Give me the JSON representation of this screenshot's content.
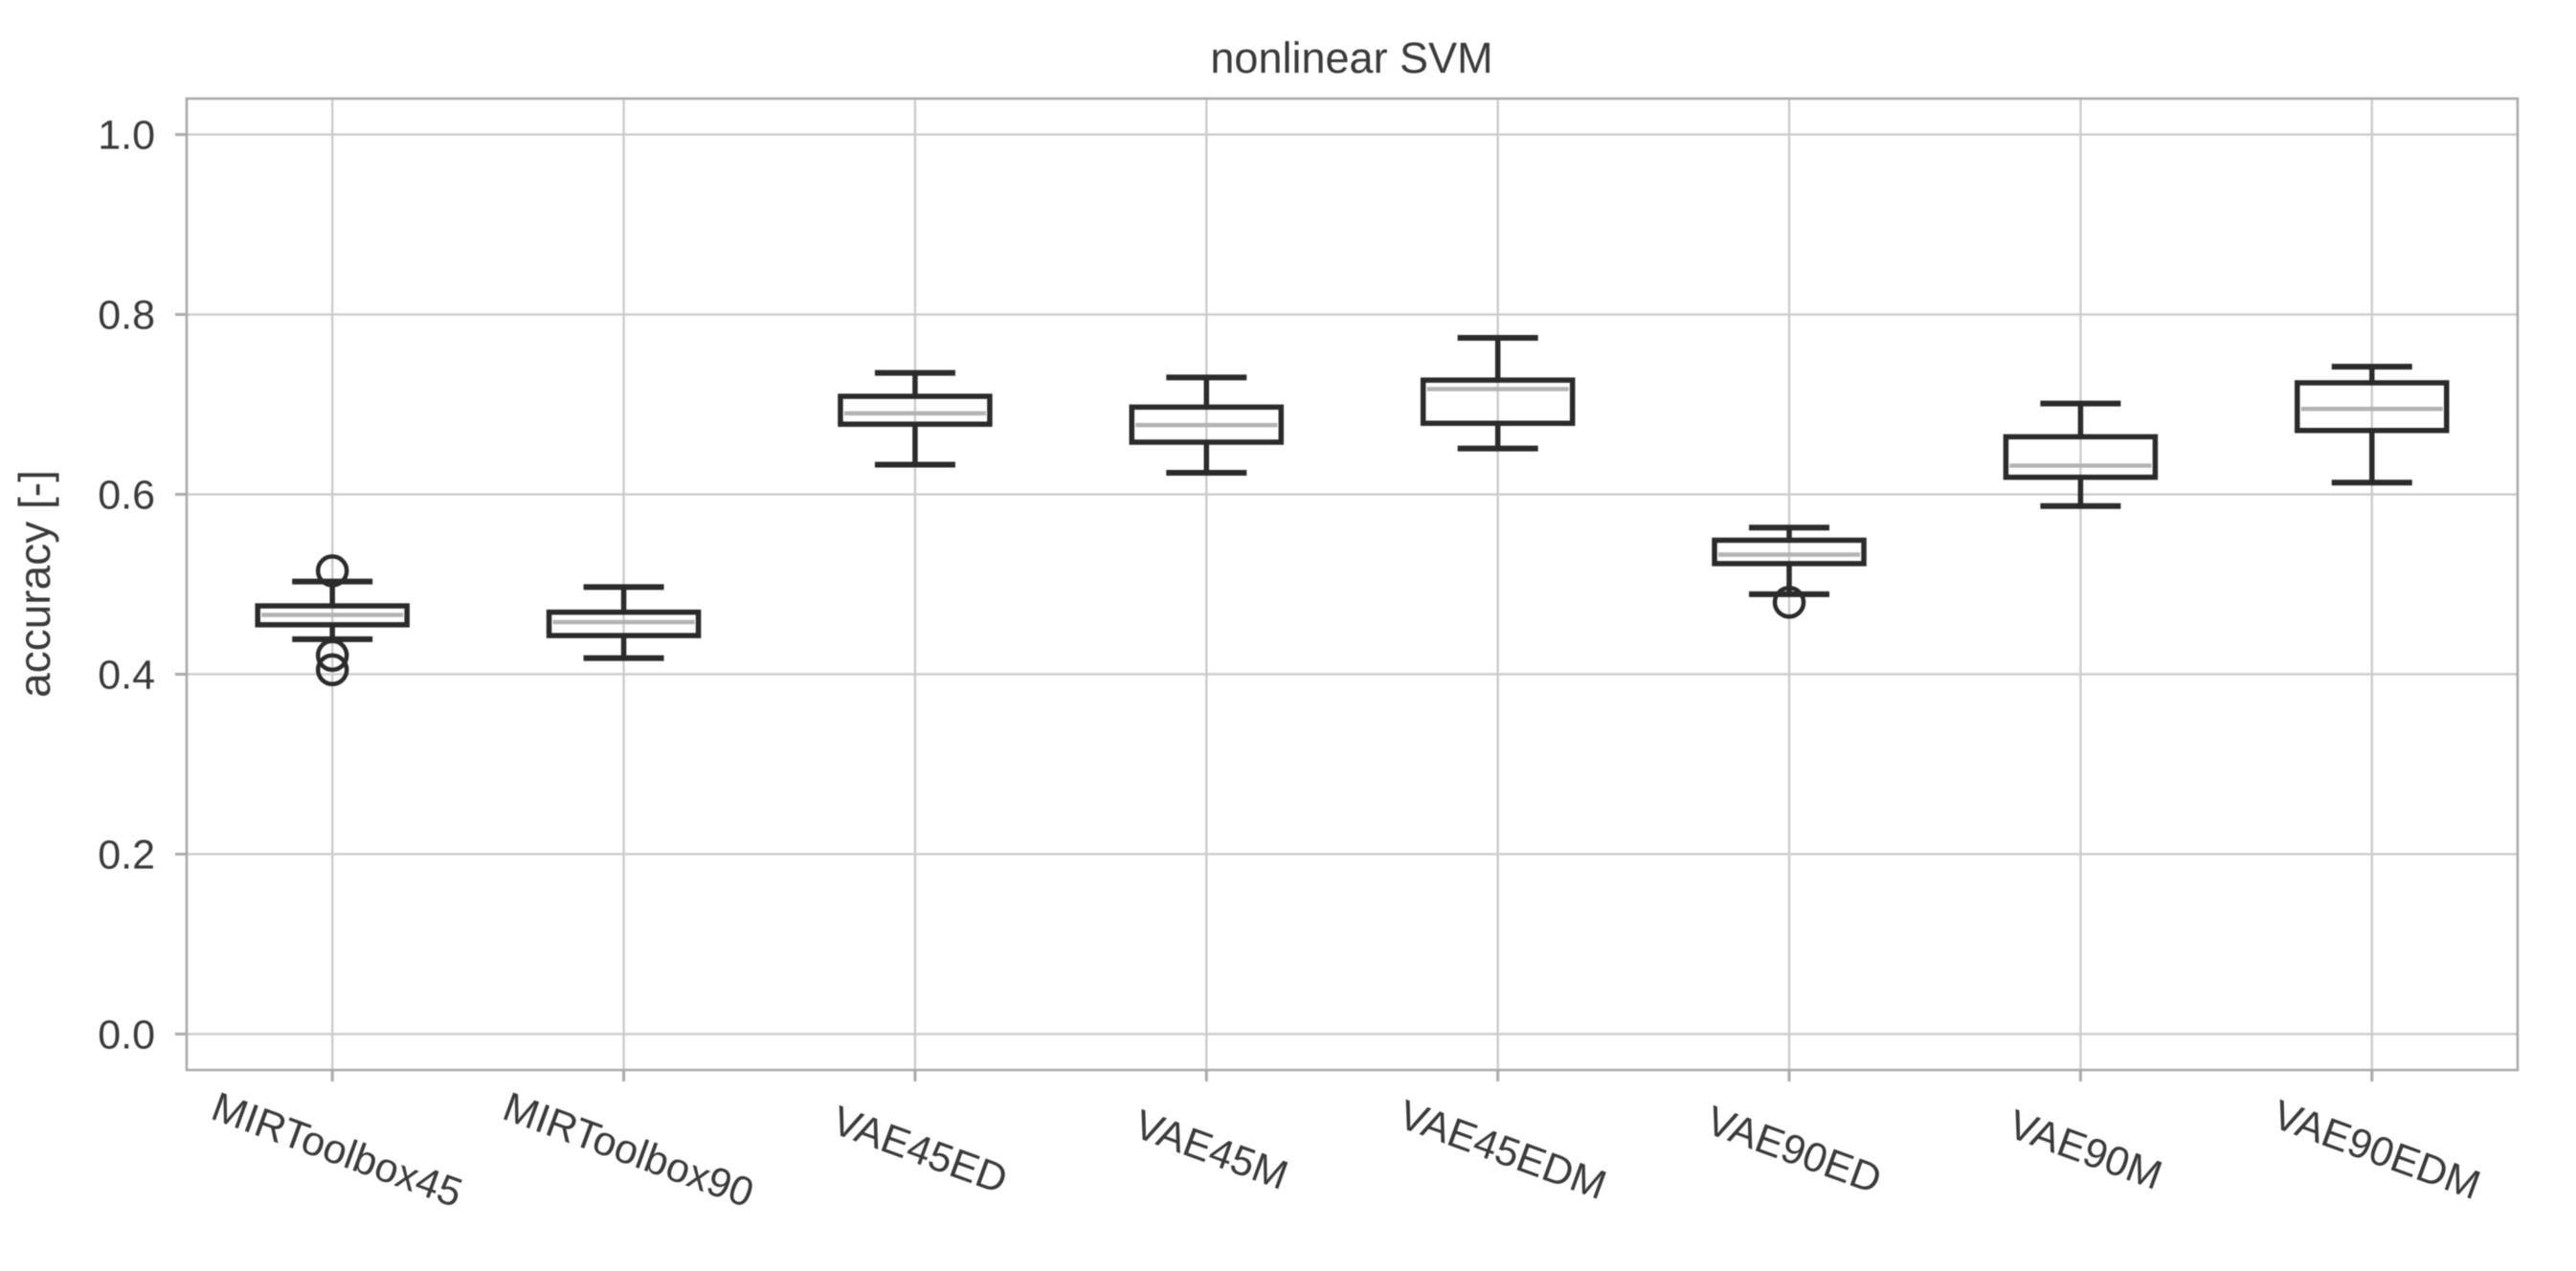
{
  "figure": {
    "title": "nonlinear SVM",
    "ylabel": "accuracy [-]"
  },
  "chart_data": {
    "type": "boxplot",
    "title": "nonlinear SVM",
    "xlabel": "",
    "ylabel": "accuracy [-]",
    "ylim": [
      -0.04,
      1.04
    ],
    "yticks": [
      0.0,
      0.2,
      0.4,
      0.6,
      0.8,
      1.0
    ],
    "ytick_labels": [
      "0.0",
      "0.2",
      "0.4",
      "0.6",
      "0.8",
      "1.0"
    ],
    "grid": true,
    "x_label_rotation_deg": 20,
    "categories": [
      "MIRToolbox45",
      "MIRToolbox90",
      "VAE45ED",
      "VAE45M",
      "VAE45EDM",
      "VAE90ED",
      "VAE90M",
      "VAE90EDM"
    ],
    "series": [
      {
        "label": "MIRToolbox45",
        "whisker_low": 0.439,
        "q1": 0.455,
        "median": 0.466,
        "q3": 0.476,
        "whisker_high": 0.503,
        "outliers": [
          0.515,
          0.421,
          0.405
        ]
      },
      {
        "label": "MIRToolbox90",
        "whisker_low": 0.418,
        "q1": 0.443,
        "median": 0.458,
        "q3": 0.469,
        "whisker_high": 0.497,
        "outliers": []
      },
      {
        "label": "VAE45ED",
        "whisker_low": 0.633,
        "q1": 0.678,
        "median": 0.69,
        "q3": 0.709,
        "whisker_high": 0.735,
        "outliers": []
      },
      {
        "label": "VAE45M",
        "whisker_low": 0.624,
        "q1": 0.658,
        "median": 0.677,
        "q3": 0.697,
        "whisker_high": 0.73,
        "outliers": []
      },
      {
        "label": "VAE45EDM",
        "whisker_low": 0.651,
        "q1": 0.679,
        "median": 0.717,
        "q3": 0.727,
        "whisker_high": 0.774,
        "outliers": []
      },
      {
        "label": "VAE90ED",
        "whisker_low": 0.489,
        "q1": 0.523,
        "median": 0.533,
        "q3": 0.549,
        "whisker_high": 0.563,
        "outliers": [
          0.48
        ]
      },
      {
        "label": "VAE90M",
        "whisker_low": 0.587,
        "q1": 0.619,
        "median": 0.632,
        "q3": 0.664,
        "whisker_high": 0.701,
        "outliers": []
      },
      {
        "label": "VAE90EDM",
        "whisker_low": 0.613,
        "q1": 0.671,
        "median": 0.695,
        "q3": 0.724,
        "whisker_high": 0.742,
        "outliers": []
      }
    ],
    "colors": {
      "box_edge": "#2b2b2b",
      "median": "#b3b3b3",
      "grid": "#cccccc",
      "axis_border": "#ababab",
      "text": "#3a3a3a",
      "background": "#ffffff"
    }
  }
}
